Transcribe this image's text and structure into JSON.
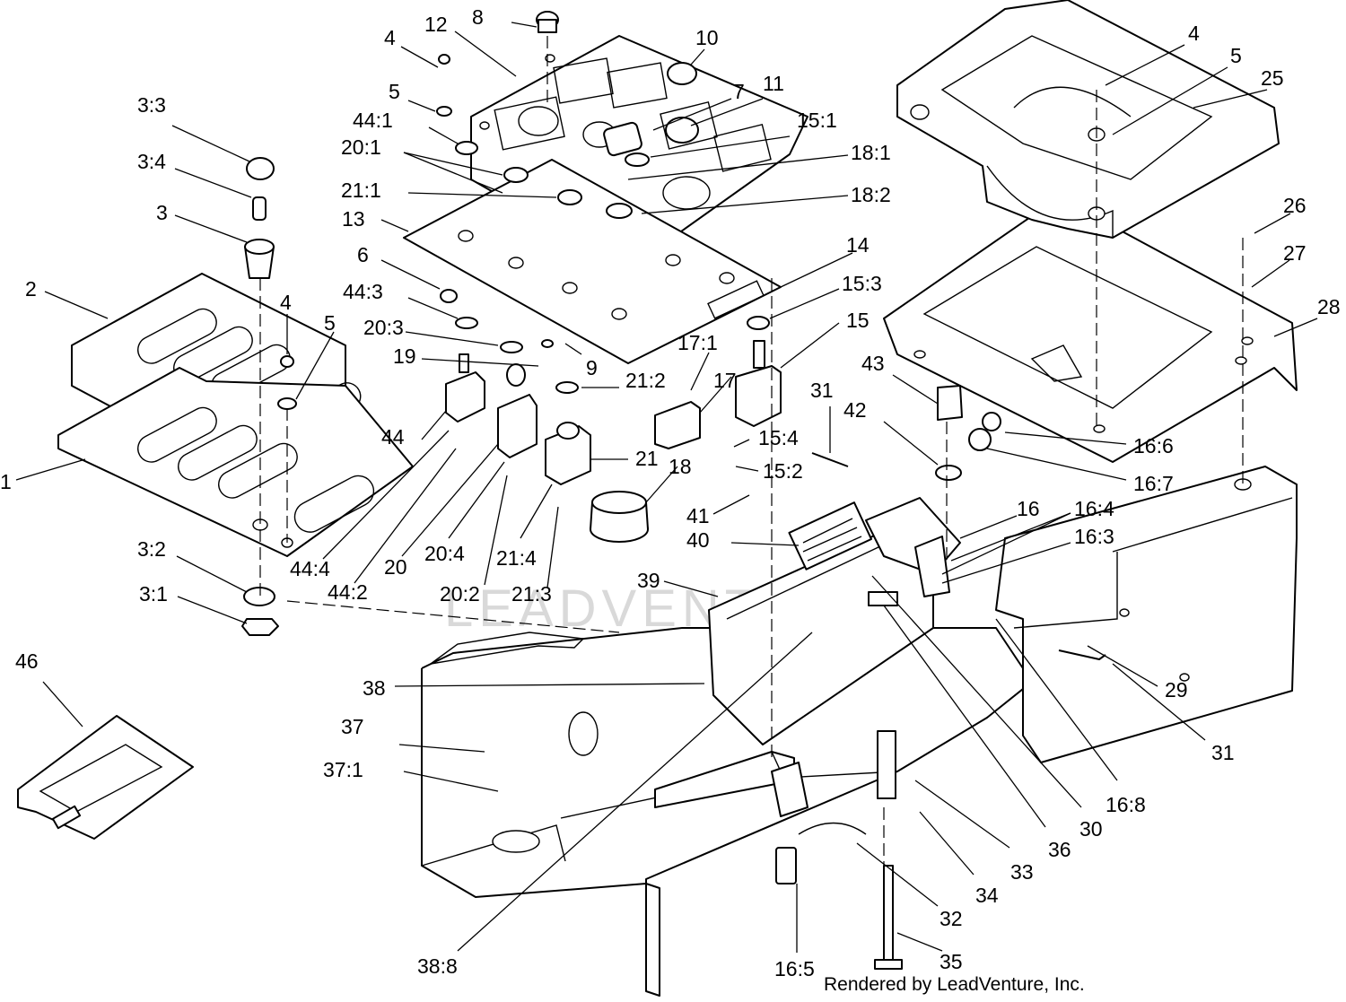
{
  "watermark": "LEADVENTURE",
  "credit": "Rendered by LeadVenture, Inc.",
  "callouts": [
    {
      "text": "8"
    },
    {
      "text": "12"
    },
    {
      "text": "10"
    },
    {
      "text": "4"
    },
    {
      "text": "7"
    },
    {
      "text": "5"
    },
    {
      "text": "11"
    },
    {
      "text": "44:1"
    },
    {
      "text": "15:1"
    },
    {
      "text": "20:1"
    },
    {
      "text": "18:1"
    },
    {
      "text": "21:1"
    },
    {
      "text": "18:2"
    },
    {
      "text": "13"
    },
    {
      "text": "14"
    },
    {
      "text": "6"
    },
    {
      "text": "15:3"
    },
    {
      "text": "44:3"
    },
    {
      "text": "15"
    },
    {
      "text": "20:3"
    },
    {
      "text": "17:1"
    },
    {
      "text": "19"
    },
    {
      "text": "9"
    },
    {
      "text": "21:2"
    },
    {
      "text": "17"
    },
    {
      "text": "44"
    },
    {
      "text": "15:4"
    },
    {
      "text": "21"
    },
    {
      "text": "18"
    },
    {
      "text": "15:2"
    },
    {
      "text": "44:4"
    },
    {
      "text": "20"
    },
    {
      "text": "20:4"
    },
    {
      "text": "21:4"
    },
    {
      "text": "44:2"
    },
    {
      "text": "20:2"
    },
    {
      "text": "21:3"
    },
    {
      "text": "3:3"
    },
    {
      "text": "3:4"
    },
    {
      "text": "3"
    },
    {
      "text": "2"
    },
    {
      "text": "4"
    },
    {
      "text": "5"
    },
    {
      "text": "1"
    },
    {
      "text": "3:2"
    },
    {
      "text": "3:1"
    },
    {
      "text": "46"
    },
    {
      "text": "4"
    },
    {
      "text": "5"
    },
    {
      "text": "25"
    },
    {
      "text": "26"
    },
    {
      "text": "27"
    },
    {
      "text": "28"
    },
    {
      "text": "43"
    },
    {
      "text": "31"
    },
    {
      "text": "42"
    },
    {
      "text": "16:6"
    },
    {
      "text": "16:7"
    },
    {
      "text": "41"
    },
    {
      "text": "16"
    },
    {
      "text": "16:4"
    },
    {
      "text": "40"
    },
    {
      "text": "16:3"
    },
    {
      "text": "39"
    },
    {
      "text": "38"
    },
    {
      "text": "29"
    },
    {
      "text": "31"
    },
    {
      "text": "37"
    },
    {
      "text": "37:1"
    },
    {
      "text": "16:8"
    },
    {
      "text": "30"
    },
    {
      "text": "36"
    },
    {
      "text": "33"
    },
    {
      "text": "34"
    },
    {
      "text": "32"
    },
    {
      "text": "35"
    },
    {
      "text": "38:8"
    },
    {
      "text": "16:5"
    }
  ]
}
